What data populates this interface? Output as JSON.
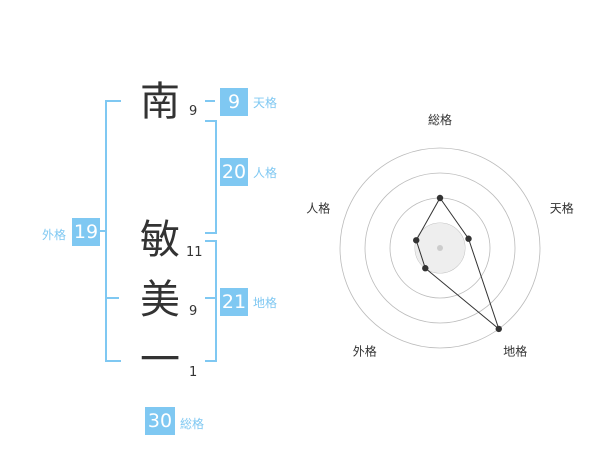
{
  "name": {
    "characters": [
      {
        "char": "南",
        "strokes": "9"
      },
      {
        "char": "敏",
        "strokes": "11"
      },
      {
        "char": "美",
        "strokes": "9"
      },
      {
        "char": "一",
        "strokes": "1"
      }
    ]
  },
  "fortunes": {
    "tenkaku": {
      "value": "9",
      "label": "天格"
    },
    "jinkaku": {
      "value": "20",
      "label": "人格"
    },
    "chikaku": {
      "value": "21",
      "label": "地格"
    },
    "gaikaku": {
      "value": "19",
      "label": "外格"
    },
    "soukaku": {
      "value": "30",
      "label": "総格"
    }
  },
  "chart_data": {
    "type": "radar",
    "axes": [
      "総格",
      "天格",
      "地格",
      "外格",
      "人格"
    ],
    "rings": 4,
    "values": [
      0.5,
      0.3,
      1.0,
      0.25,
      0.25
    ],
    "grid": true,
    "colors": {
      "line": "#333333",
      "point": "#333333",
      "ring": "#bbbbbb",
      "center": "#cccccc"
    }
  }
}
